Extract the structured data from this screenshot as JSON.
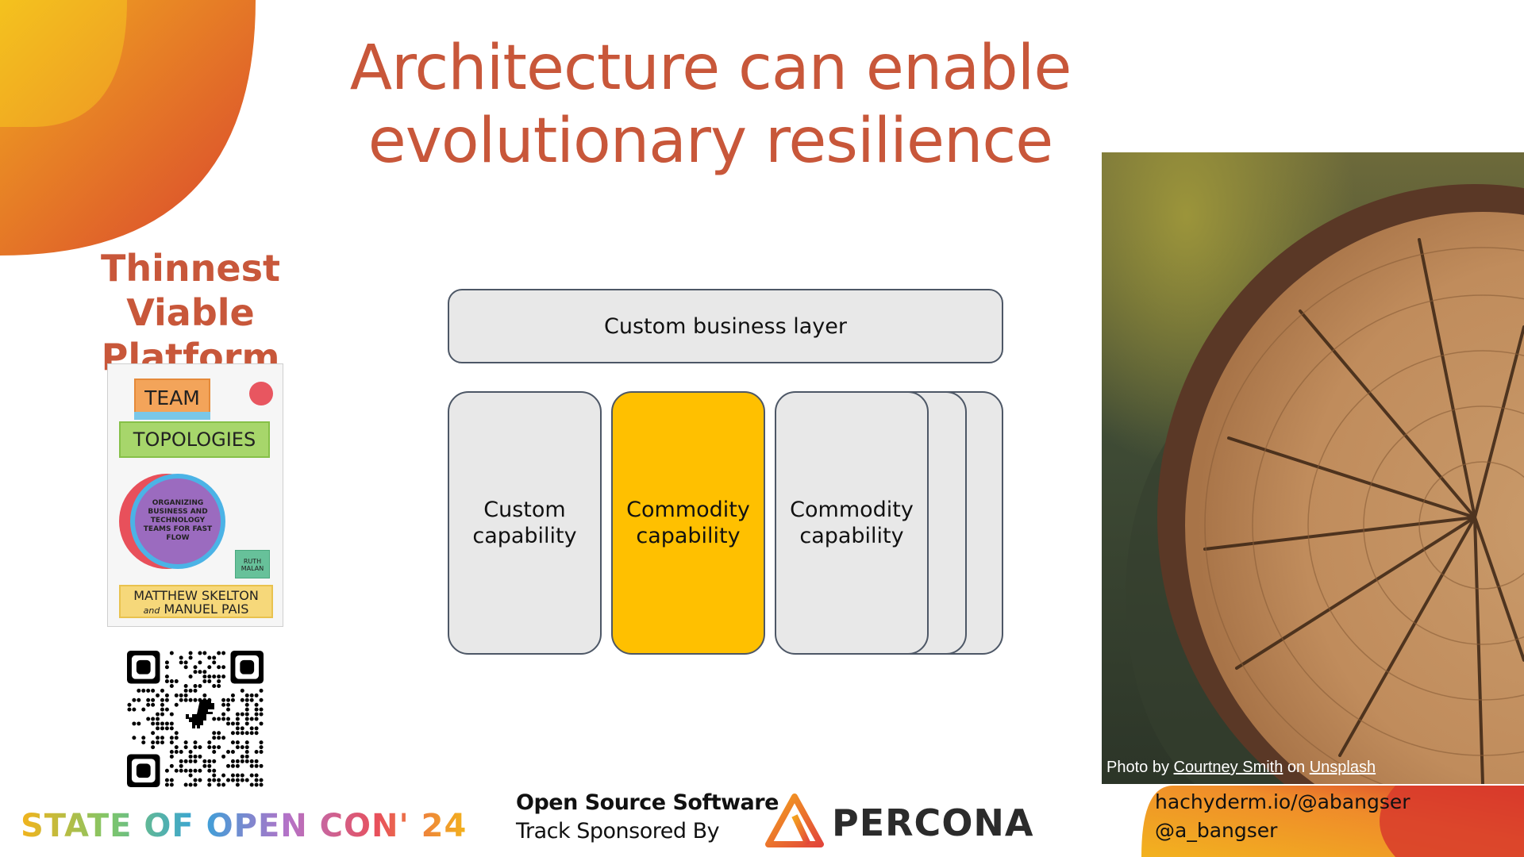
{
  "slide": {
    "title_line1": "Architecture can enable",
    "title_line2": "evolutionary resilience",
    "side_heading_line1": "Thinnest Viable",
    "side_heading_line2": "Platform"
  },
  "book": {
    "title_top": "TEAM",
    "title_bottom": "TOPOLOGIES",
    "subtitle": "ORGANIZING BUSINESS AND TECHNOLOGY TEAMS FOR FAST FLOW",
    "foreword_by": "RUTH MALAN",
    "author1": "MATTHEW SKELTON",
    "author_joiner": "and",
    "author2": "MANUEL PAIS"
  },
  "diagram": {
    "business_layer": "Custom business layer",
    "custom_capability": [
      "Custom",
      "capability"
    ],
    "commodity_capability_highlight": [
      "Commodity",
      "capability"
    ],
    "commodity_capability_stack": [
      "Commodity",
      "capability"
    ],
    "colors": {
      "highlight": "#ffc000",
      "box_fill": "#e8e8e8",
      "border": "#4d5766"
    }
  },
  "photo": {
    "credit_prefix": "Photo by",
    "author": "Courtney Smith",
    "credit_mid": "on",
    "source": "Unsplash"
  },
  "footer": {
    "conference_logo": "STATE OF OPEN CON' 24",
    "sponsor_line1": "Open Source Software",
    "sponsor_line2": "Track Sponsored By",
    "sponsor_name": "PERCONA",
    "handle_mastodon": "hachyderm.io/@abangser",
    "handle_twitter": "@a_bangser"
  },
  "theme": {
    "accent": "#c8573a",
    "gradient_start": "#e8b021",
    "gradient_end": "#d13b2c"
  }
}
